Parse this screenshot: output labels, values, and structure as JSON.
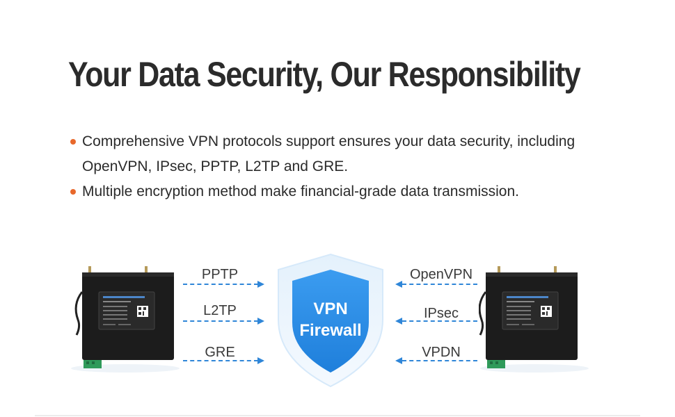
{
  "headline": "Your Data Security, Our Responsibility",
  "bullets": [
    "Comprehensive VPN protocols support ensures your data security, including OpenVPN, IPsec, PPTP, L2TP and GRE.",
    "Multiple encryption method make financial-grade data transmission."
  ],
  "left_protocols": [
    "PPTP",
    "L2TP",
    "GRE"
  ],
  "right_protocols": [
    "OpenVPN",
    "IPsec",
    "VPDN"
  ],
  "shield": {
    "line1": "VPN",
    "line2": "Firewall"
  },
  "colors": {
    "accent_orange": "#e8682b",
    "arrow_blue": "#2f86d8",
    "shield_blue": "#2a8fe8",
    "router_black": "#1c1c1c",
    "terminal_green": "#2f9a5a"
  },
  "icons": [
    "router-left-image",
    "router-right-image",
    "shield-icon"
  ]
}
